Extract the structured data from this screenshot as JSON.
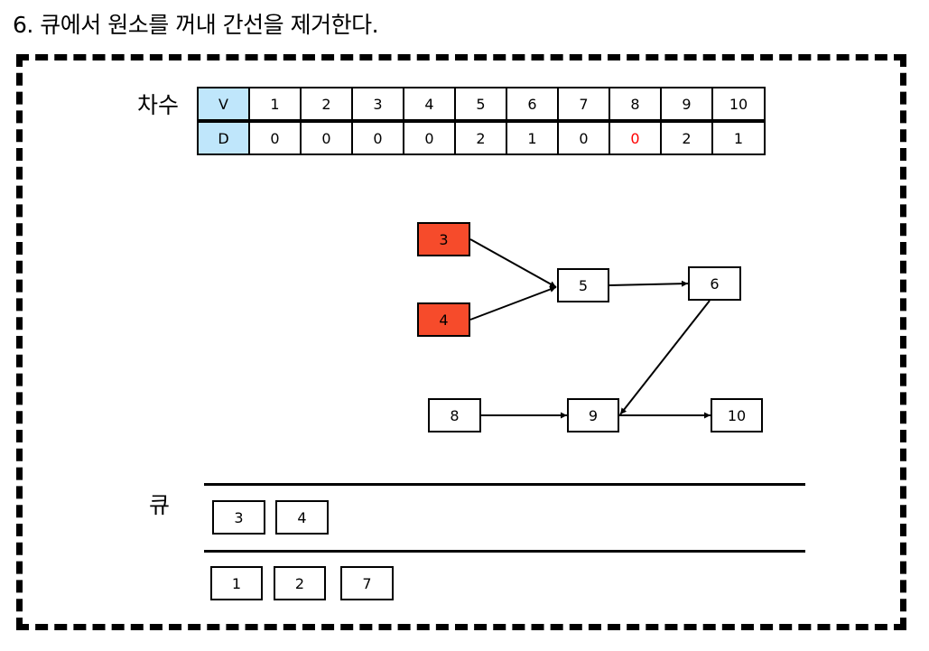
{
  "title": "6. 큐에서 원소를 꺼내 간선을 제거한다.",
  "degree_table": {
    "label": "차수",
    "row_header_v": "V",
    "row_header_d": "D",
    "vertices": [
      "1",
      "2",
      "3",
      "4",
      "5",
      "6",
      "7",
      "8",
      "9",
      "10"
    ],
    "degrees": [
      "0",
      "0",
      "0",
      "0",
      "2",
      "1",
      "0",
      "0",
      "2",
      "1"
    ],
    "highlighted_vertex": "8",
    "highlight_color": "#ff0000",
    "header_color": "#bfe6fb"
  },
  "graph": {
    "nodes": [
      {
        "id": "3",
        "label": "3",
        "state": "active"
      },
      {
        "id": "4",
        "label": "4",
        "state": "active"
      },
      {
        "id": "5",
        "label": "5",
        "state": "normal"
      },
      {
        "id": "6",
        "label": "6",
        "state": "normal"
      },
      {
        "id": "8",
        "label": "8",
        "state": "normal"
      },
      {
        "id": "9",
        "label": "9",
        "state": "normal"
      },
      {
        "id": "10",
        "label": "10",
        "state": "normal"
      }
    ],
    "edges": [
      {
        "from": "3",
        "to": "5"
      },
      {
        "from": "4",
        "to": "5"
      },
      {
        "from": "5",
        "to": "6"
      },
      {
        "from": "6",
        "to": "9"
      },
      {
        "from": "8",
        "to": "9"
      },
      {
        "from": "9",
        "to": "10"
      }
    ],
    "active_color": "#f64b2b"
  },
  "queue": {
    "label": "큐",
    "items": [
      "3",
      "4"
    ],
    "removed": [
      "1",
      "2",
      "7"
    ]
  }
}
